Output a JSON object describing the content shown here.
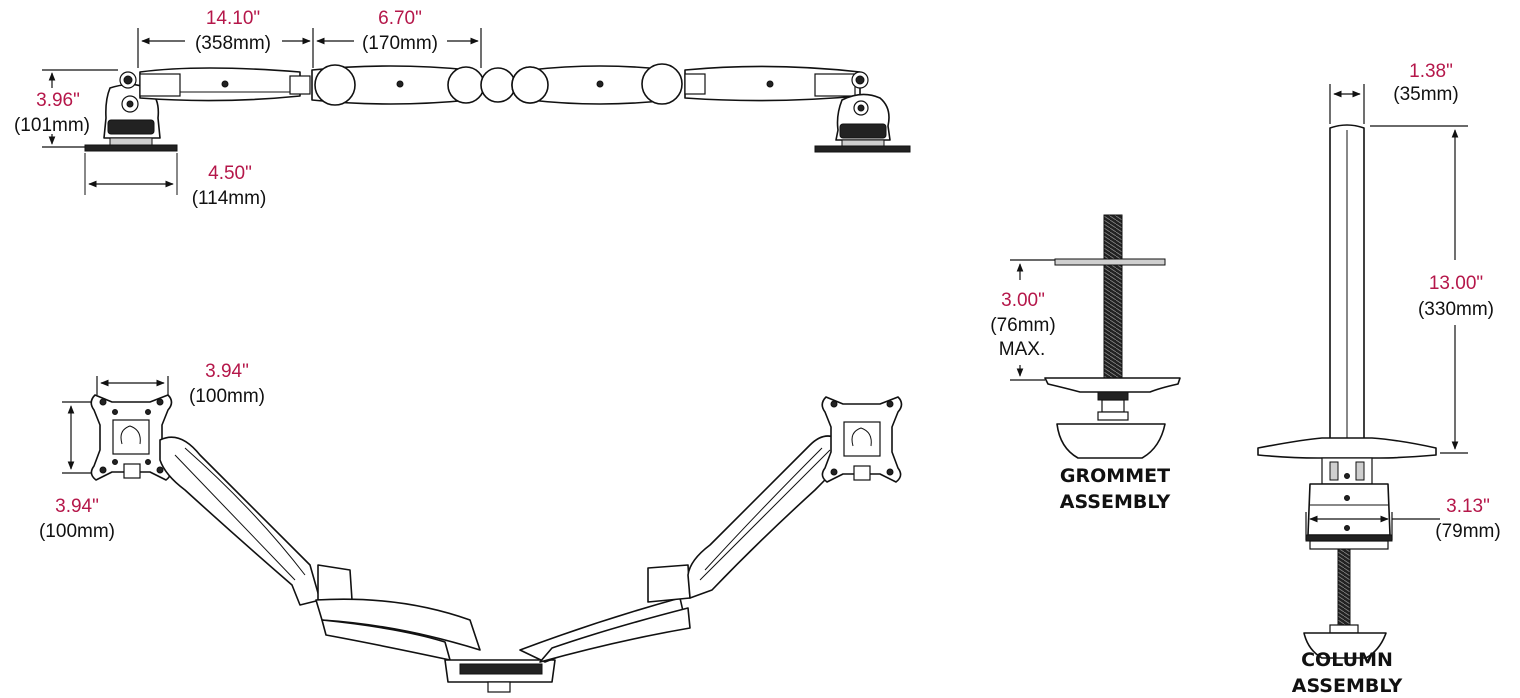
{
  "dimensions": {
    "arm_segment_1": {
      "inch": "14.10\"",
      "mm": "(358mm)"
    },
    "arm_segment_2": {
      "inch": "6.70\"",
      "mm": "(170mm)"
    },
    "clamp_height": {
      "inch": "3.96\"",
      "mm": "(101mm)"
    },
    "clamp_base_width": {
      "inch": "4.50\"",
      "mm": "(114mm)"
    },
    "vesa_width": {
      "inch": "3.94\"",
      "mm": "(100mm)"
    },
    "vesa_height": {
      "inch": "3.94\"",
      "mm": "(100mm)"
    },
    "grommet_max": {
      "inch": "3.00\"",
      "mm": "(76mm)",
      "note": "MAX."
    },
    "column_diameter": {
      "inch": "1.38\"",
      "mm": "(35mm)"
    },
    "column_height": {
      "inch": "13.00\"",
      "mm": "(330mm)"
    },
    "clamp_width": {
      "inch": "3.13\"",
      "mm": "(79mm)"
    }
  },
  "captions": {
    "grommet": [
      "GROMMET",
      "ASSEMBLY"
    ],
    "column": [
      "COLUMN",
      "ASSEMBLY"
    ]
  },
  "colors": {
    "imperial": "#b5174a",
    "metric": "#111111",
    "line": "#111111"
  }
}
